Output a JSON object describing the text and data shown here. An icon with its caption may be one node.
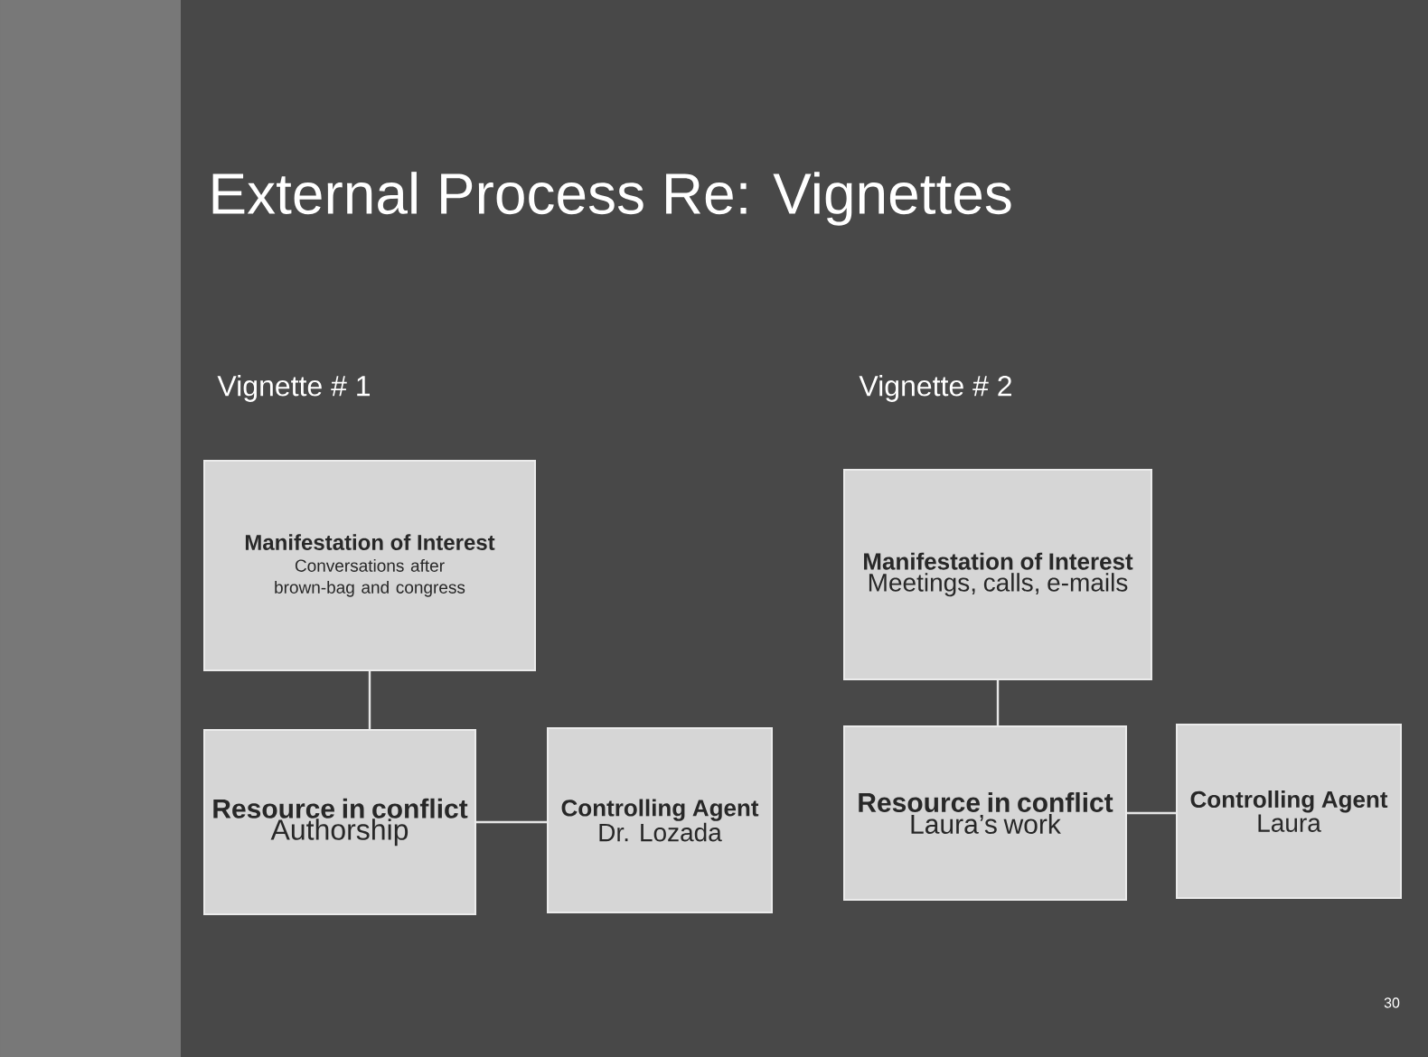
{
  "diagram": {
    "title": "External Process Re: Vignettes",
    "nodes": [
      {
        "text": [
          "Manifestation of Interest",
          "Conversations after brown-bag and congress"
        ]
      },
      {
        "text": [
          "Resource in conflict",
          "Authorship"
        ]
      },
      {
        "text": [
          "Controlling Agent",
          "Dr. Lozada"
        ]
      },
      {
        "text": [
          "Manifestation of Interest",
          "Meetings, calls, e-mails"
        ]
      },
      {
        "text": [
          "Resource in conflict",
          "Laura’s work"
        ]
      },
      {
        "text": [
          "Controlling Agent",
          "Laura"
        ]
      }
    ],
    "edges": [
      {
        "from": 0,
        "to": 1,
        "arrow": "none"
      },
      {
        "from": 1,
        "to": 2,
        "arrow": "none"
      },
      {
        "from": 3,
        "to": 4,
        "arrow": "none"
      },
      {
        "from": 4,
        "to": 5,
        "arrow": "none"
      }
    ],
    "labels": [
      "Vignette # 1",
      "Vignette # 2",
      "30"
    ]
  }
}
